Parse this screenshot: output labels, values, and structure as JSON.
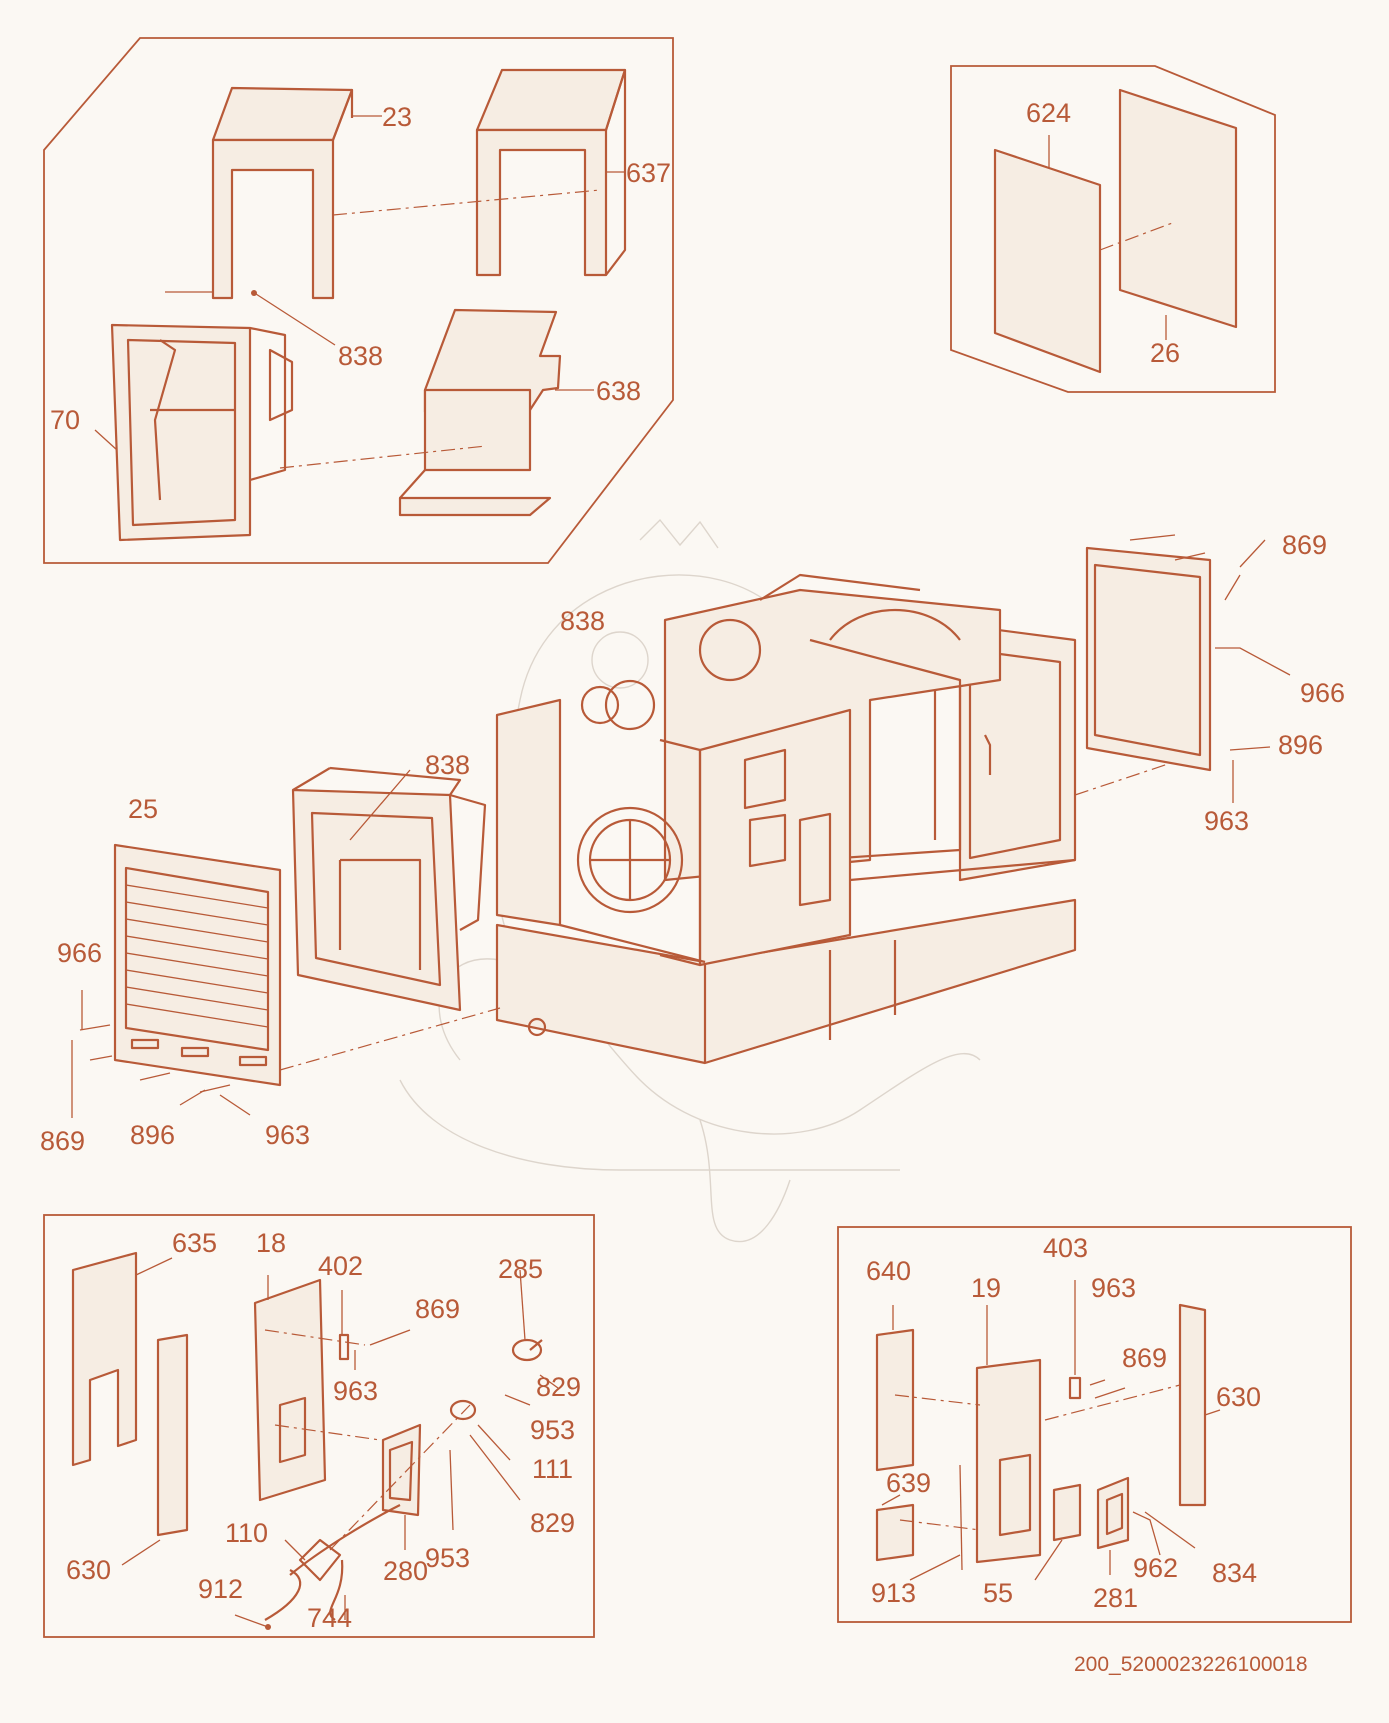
{
  "title": "",
  "drawing_code": "200_5200023226100018",
  "colors": {
    "line": "#b85a38",
    "background": "#fbf8f3",
    "watermark": "#ddd5cc"
  },
  "callouts": {
    "c23": "23",
    "c637": "637",
    "c838a": "838",
    "c70": "70",
    "c638": "638",
    "c624": "624",
    "c26": "26",
    "c838b": "838",
    "c838c": "838",
    "c25": "25",
    "c966a": "966",
    "c869a": "869",
    "c896a": "896",
    "c963a": "963",
    "c869b": "869",
    "c966b": "966",
    "c896b": "896",
    "c963b": "963",
    "c635": "635",
    "c18": "18",
    "c402": "402",
    "c869c": "869",
    "c963c": "963",
    "c285": "285",
    "c829a": "829",
    "c953a": "953",
    "c111": "111",
    "c829b": "829",
    "c953b": "953",
    "c110": "110",
    "c280": "280",
    "c630a": "630",
    "c912": "912",
    "c744": "744",
    "c640": "640",
    "c19": "19",
    "c403": "403",
    "c963d": "963",
    "c869d": "869",
    "c630b": "630",
    "c639": "639",
    "c913": "913",
    "c55": "55",
    "c281": "281",
    "c962": "962",
    "c834": "834"
  }
}
